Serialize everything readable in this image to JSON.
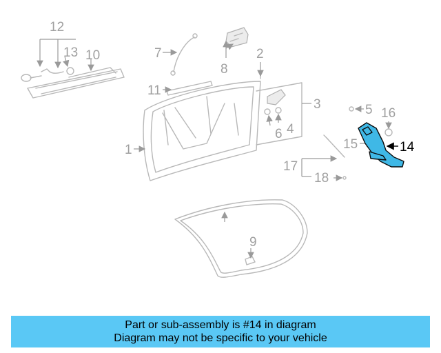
{
  "callouts": {
    "c1": "1",
    "c2": "2",
    "c3": "3",
    "c4": "4",
    "c5": "5",
    "c6": "6",
    "c7": "7",
    "c8": "8",
    "c9": "9",
    "c10": "10",
    "c11": "11",
    "c12": "12",
    "c13": "13",
    "c14": "14",
    "c15": "15",
    "c16": "16",
    "c17": "17",
    "c18": "18"
  },
  "highlighted_part": "14",
  "colors": {
    "banner": "#5ac8f5",
    "highlight": "#3fb8e6",
    "line": "#b8b8b8",
    "callout": "#a0a0a0"
  },
  "banner": {
    "line1": "Part or sub-assembly is #14 in diagram",
    "line2": "Diagram may not be specific to your vehicle"
  }
}
